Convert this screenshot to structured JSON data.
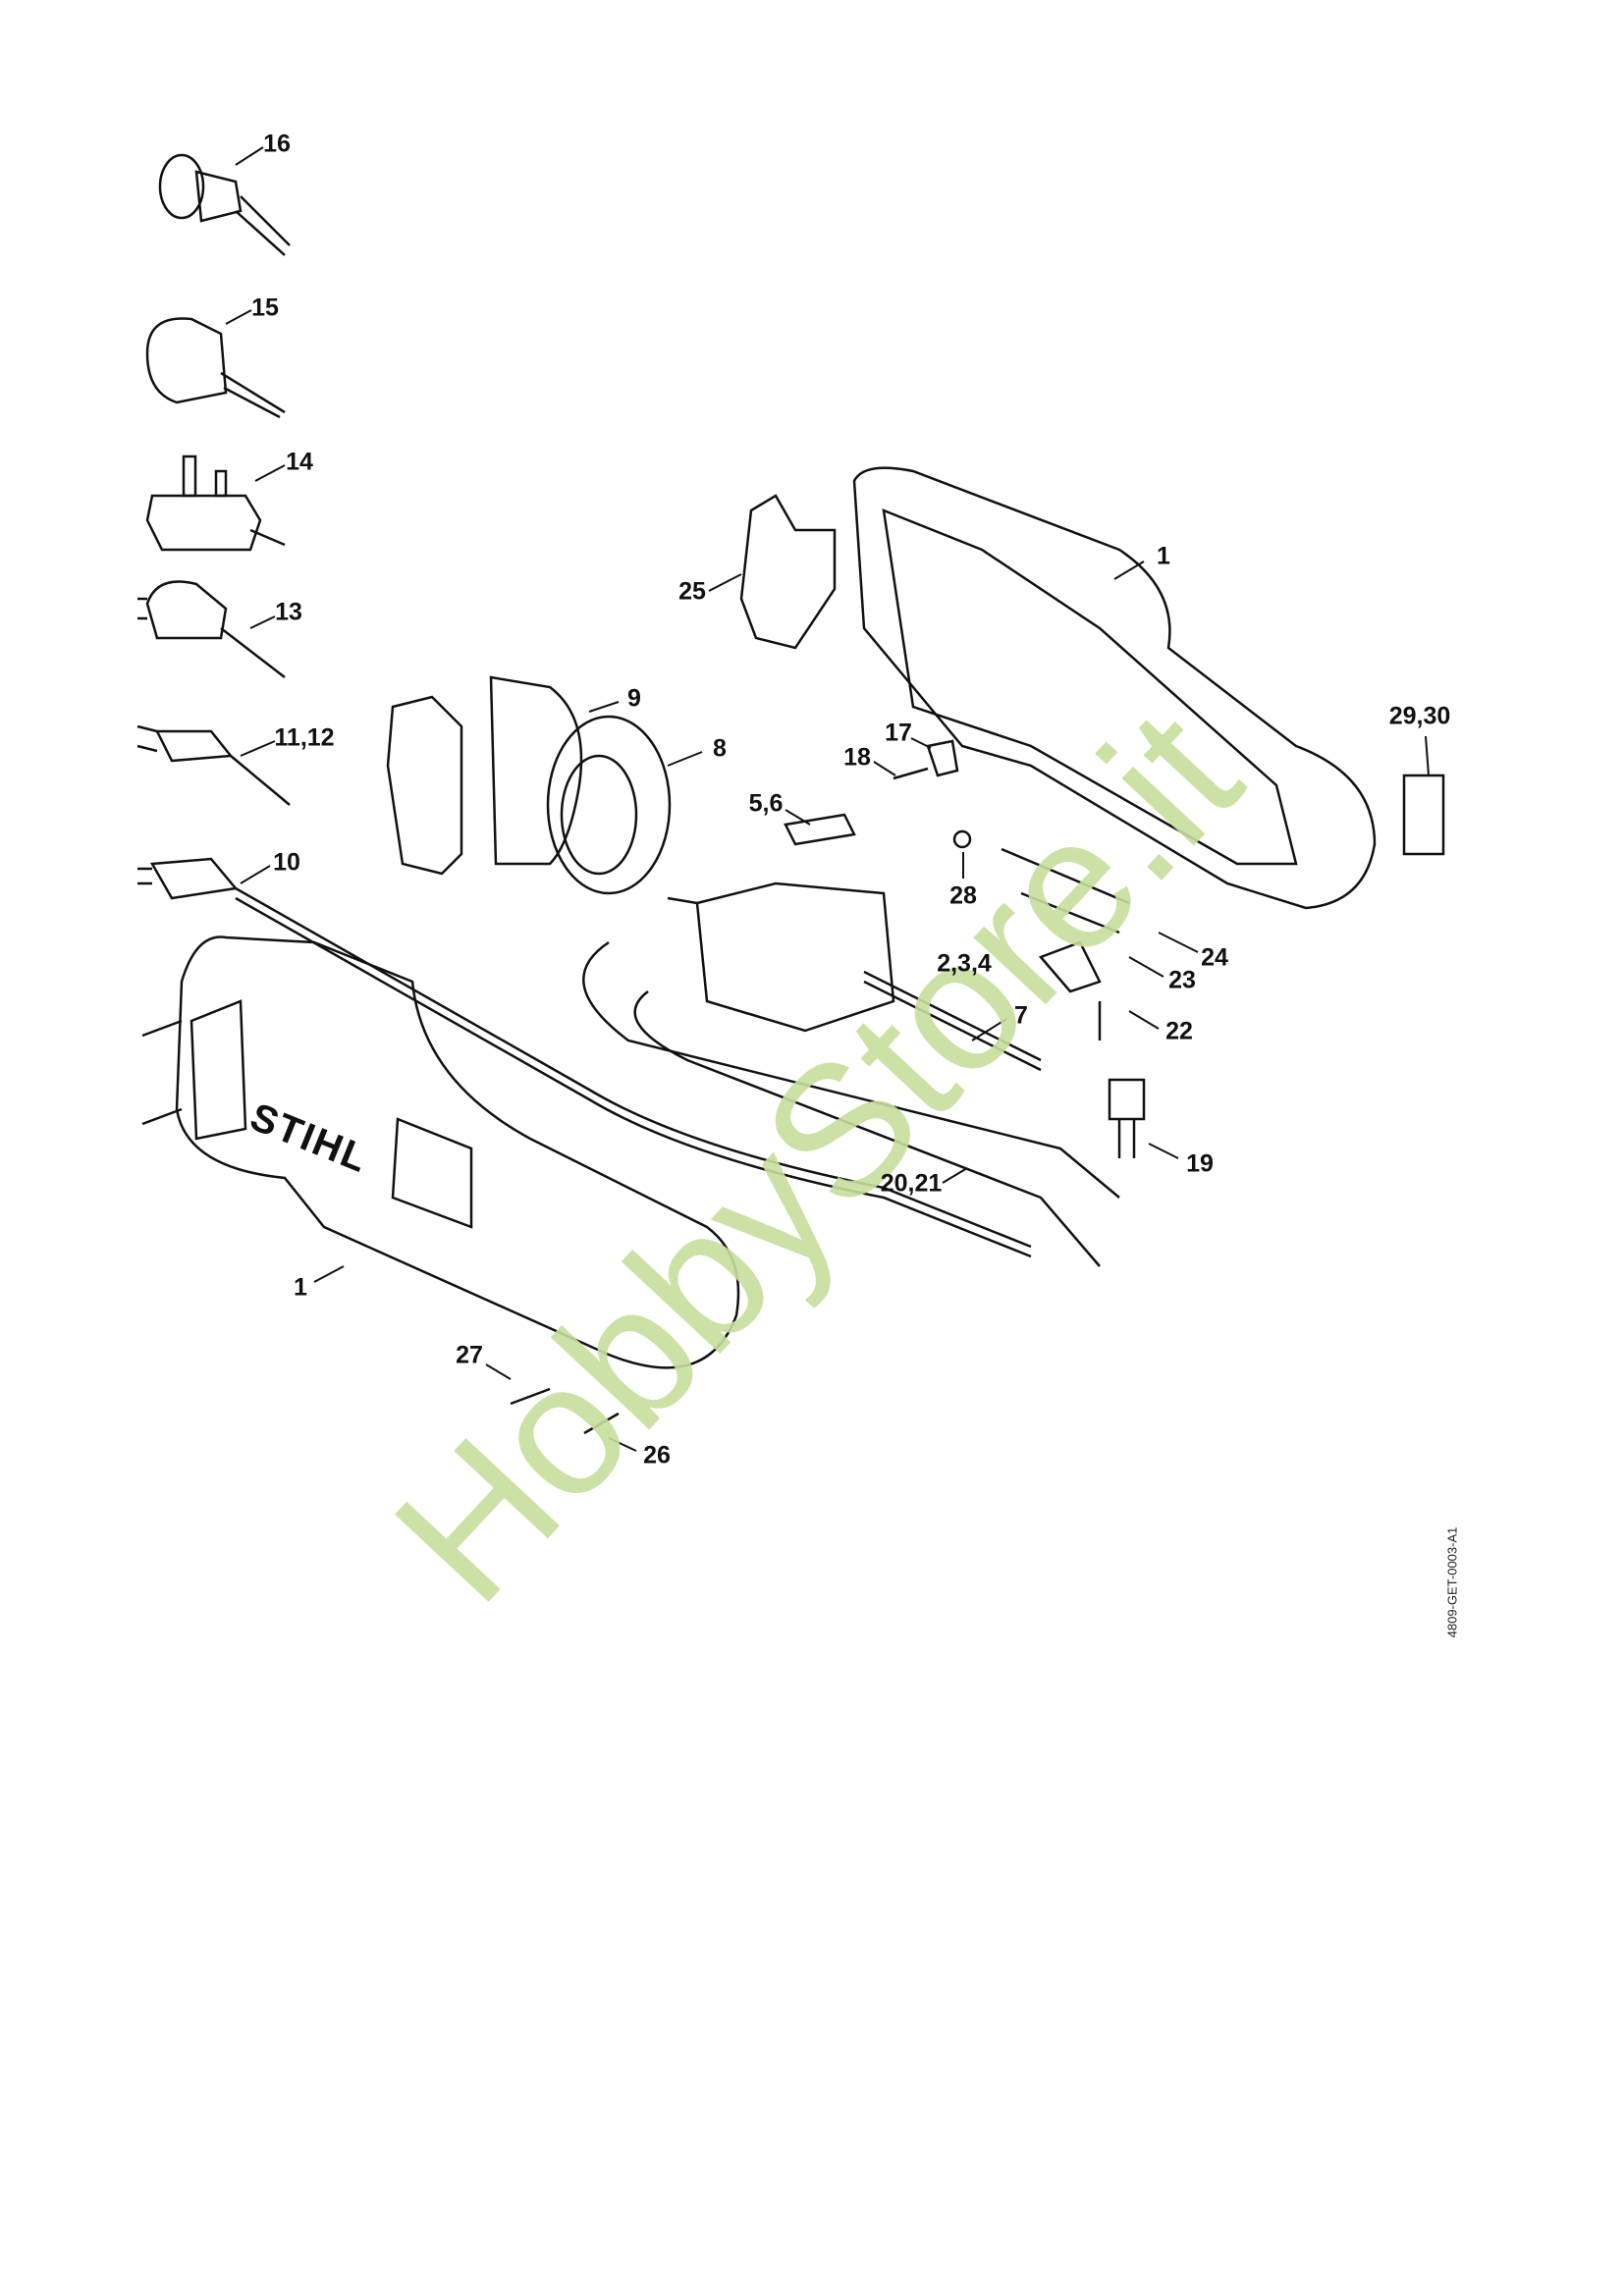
{
  "diagram": {
    "brand_logo": "STIHL",
    "watermark": "HobbyStore.it",
    "drawing_code": "4809-GET-0003-A1",
    "labels": {
      "p16": "16",
      "p15": "15",
      "p14": "14",
      "p13": "13",
      "p11_12": "11,12",
      "p10": "10",
      "p9": "9",
      "p8": "8",
      "p25": "25",
      "p1_top": "1",
      "p29_30": "29,30",
      "p17": "17",
      "p18": "18",
      "p5_6": "5,6",
      "p28": "28",
      "p24": "24",
      "p23": "23",
      "p2_3_4": "2,3,4",
      "p7": "7",
      "p22": "22",
      "p19": "19",
      "p20_21": "20,21",
      "p1_bottom": "1",
      "p27": "27",
      "p26": "26"
    }
  }
}
